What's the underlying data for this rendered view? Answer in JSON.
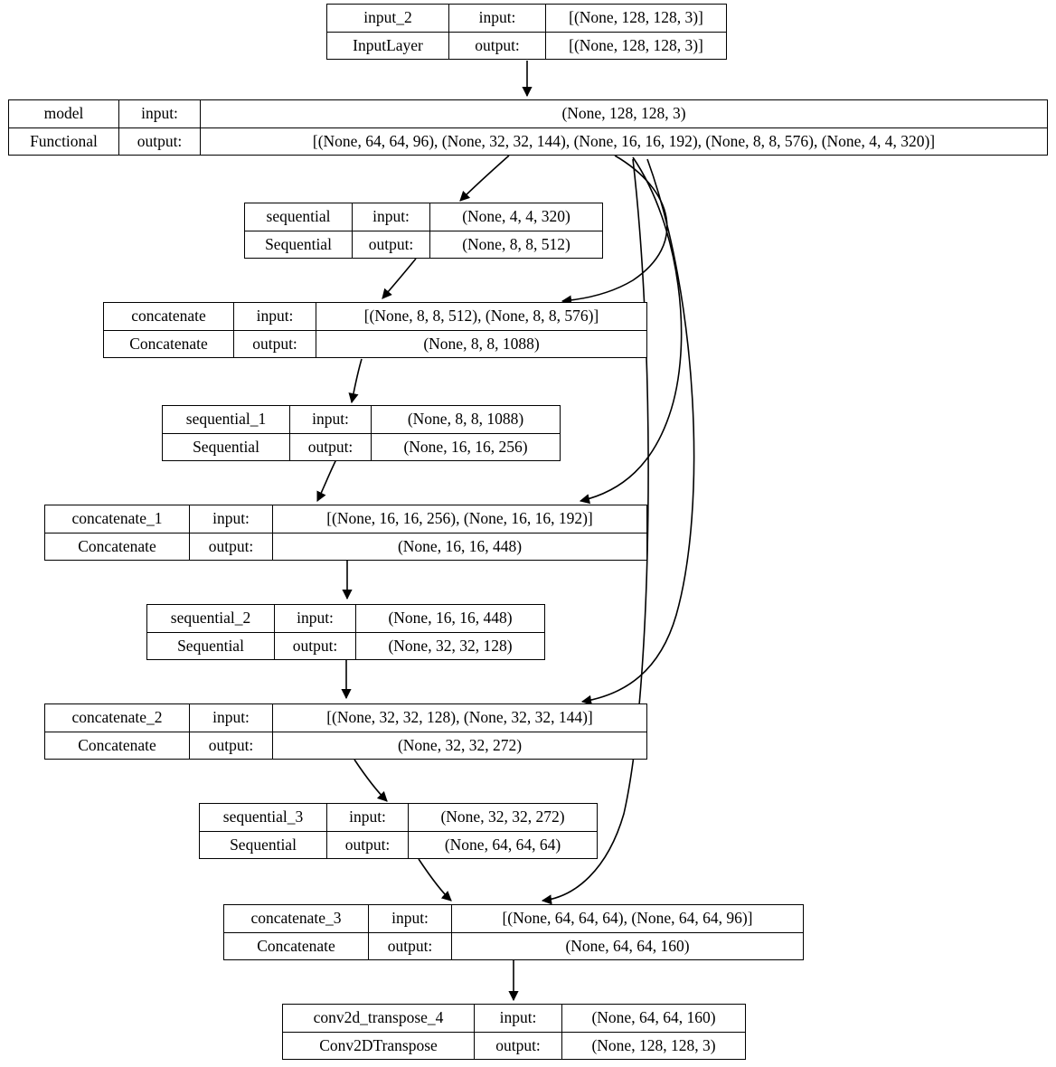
{
  "diagram": {
    "kind": "keras-model-plot",
    "title": "Keras functional model graph",
    "background_color": "#ffffff",
    "line_color": "#000000",
    "text_color": "#000000"
  },
  "nodes": [
    {
      "id": "input_2",
      "name": "input_2",
      "class_name": "InputLayer",
      "input_label": "input:",
      "output_label": "output:",
      "input_value": "[(None, 128, 128, 3)]",
      "output_value": "[(None, 128, 128, 3)]",
      "merged_output": false
    },
    {
      "id": "model",
      "name": "model",
      "class_name": "Functional",
      "input_label": "input:",
      "output_label": "output:",
      "input_value": "(None, 128, 128, 3)",
      "output_value": "[(None, 64, 64, 96), (None, 32, 32, 144), (None, 16, 16, 192), (None, 8, 8, 576), (None, 4, 4, 320)]",
      "merged_output": true
    },
    {
      "id": "sequential",
      "name": "sequential",
      "class_name": "Sequential",
      "input_label": "input:",
      "output_label": "output:",
      "input_value": "(None, 4, 4, 320)",
      "output_value": "(None, 8, 8, 512)",
      "merged_output": false
    },
    {
      "id": "concatenate",
      "name": "concatenate",
      "class_name": "Concatenate",
      "input_label": "input:",
      "output_label": "output:",
      "input_value": "[(None, 8, 8, 512), (None, 8, 8, 576)]",
      "output_value": "(None, 8, 8, 1088)",
      "merged_output": true
    },
    {
      "id": "sequential_1",
      "name": "sequential_1",
      "class_name": "Sequential",
      "input_label": "input:",
      "output_label": "output:",
      "input_value": "(None, 8, 8, 1088)",
      "output_value": "(None, 16, 16, 256)",
      "merged_output": false
    },
    {
      "id": "concatenate_1",
      "name": "concatenate_1",
      "class_name": "Concatenate",
      "input_label": "input:",
      "output_label": "output:",
      "input_value": "[(None, 16, 16, 256), (None, 16, 16, 192)]",
      "output_value": "(None, 16, 16, 448)",
      "merged_output": true
    },
    {
      "id": "sequential_2",
      "name": "sequential_2",
      "class_name": "Sequential",
      "input_label": "input:",
      "output_label": "output:",
      "input_value": "(None, 16, 16, 448)",
      "output_value": "(None, 32, 32, 128)",
      "merged_output": false
    },
    {
      "id": "concatenate_2",
      "name": "concatenate_2",
      "class_name": "Concatenate",
      "input_label": "input:",
      "output_label": "output:",
      "input_value": "[(None, 32, 32, 128), (None, 32, 32, 144)]",
      "output_value": "(None, 32, 32, 272)",
      "merged_output": true
    },
    {
      "id": "sequential_3",
      "name": "sequential_3",
      "class_name": "Sequential",
      "input_label": "input:",
      "output_label": "output:",
      "input_value": "(None, 32, 32, 272)",
      "output_value": "(None, 64, 64, 64)",
      "merged_output": false
    },
    {
      "id": "concatenate_3",
      "name": "concatenate_3",
      "class_name": "Concatenate",
      "input_label": "input:",
      "output_label": "output:",
      "input_value": "[(None, 64, 64, 64), (None, 64, 64, 96)]",
      "output_value": "(None, 64, 64, 160)",
      "merged_output": true
    },
    {
      "id": "conv2d_transpose_4",
      "name": "conv2d_transpose_4",
      "class_name": "Conv2DTranspose",
      "input_label": "input:",
      "output_label": "output:",
      "input_value": "(None, 64, 64, 160)",
      "output_value": "(None, 128, 128, 3)",
      "merged_output": false
    }
  ],
  "edges": [
    {
      "from": "input_2",
      "to": "model"
    },
    {
      "from": "model",
      "to": "sequential"
    },
    {
      "from": "model",
      "to": "concatenate"
    },
    {
      "from": "model",
      "to": "concatenate_1"
    },
    {
      "from": "model",
      "to": "concatenate_2"
    },
    {
      "from": "model",
      "to": "concatenate_3"
    },
    {
      "from": "sequential",
      "to": "concatenate"
    },
    {
      "from": "concatenate",
      "to": "sequential_1"
    },
    {
      "from": "sequential_1",
      "to": "concatenate_1"
    },
    {
      "from": "concatenate_1",
      "to": "sequential_2"
    },
    {
      "from": "sequential_2",
      "to": "concatenate_2"
    },
    {
      "from": "concatenate_2",
      "to": "sequential_3"
    },
    {
      "from": "sequential_3",
      "to": "concatenate_3"
    },
    {
      "from": "concatenate_3",
      "to": "conv2d_transpose_4"
    }
  ]
}
